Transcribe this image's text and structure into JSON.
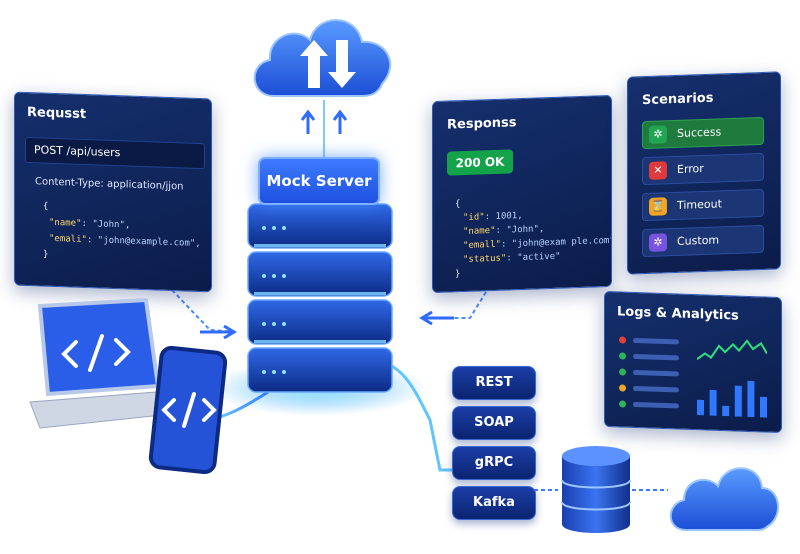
{
  "server": {
    "label": "Mock Server"
  },
  "request": {
    "title": "Requsst",
    "method_line": "POST /api/users",
    "header_line": "Content-Type: application/jjon",
    "body": {
      "open": "{",
      "line1_key": "\"name\"",
      "line1_val": ": \"John\",",
      "line2_key": "\"emali\"",
      "line2_val": ": \"john@example.com\",",
      "close": "}"
    }
  },
  "response": {
    "title": "Responss",
    "status": "200 OK",
    "body": {
      "open": "{",
      "line1_key": "\"id\"",
      "line1_val": ": 1001,",
      "line2_key": "\"name\"",
      "line2_val": ": \"John\",",
      "line3_key": "\"emall\"",
      "line3_val": ": \"john@exam ple.com\",",
      "line4_key": "\"status\"",
      "line4_val": ": \"active\"",
      "close": "}"
    }
  },
  "scenarios": {
    "title": "Scenarios",
    "items": [
      {
        "label": "Success",
        "icon": "pinwheel-icon",
        "color": "#22a552"
      },
      {
        "label": "Error",
        "icon": "x-icon",
        "color": "#e03a3a"
      },
      {
        "label": "Timeout",
        "icon": "hourglass-icon",
        "color": "#f0a424"
      },
      {
        "label": "Custom",
        "icon": "pinwheel-icon",
        "color": "#7a52e0"
      }
    ]
  },
  "logs": {
    "title": "Logs & Analytics",
    "dot_colors": [
      "#e0423a",
      "#2fb35a",
      "#2fb35a",
      "#f0a424",
      "#2fb35a"
    ],
    "bar_values": [
      3,
      5,
      2,
      6,
      7,
      4
    ]
  },
  "protocols": [
    "REST",
    "SOAP",
    "gRPC",
    "Kafka"
  ],
  "colors": {
    "accent": "#1e50e0",
    "panel": "#0f2459",
    "glow": "#7fd8ff"
  }
}
